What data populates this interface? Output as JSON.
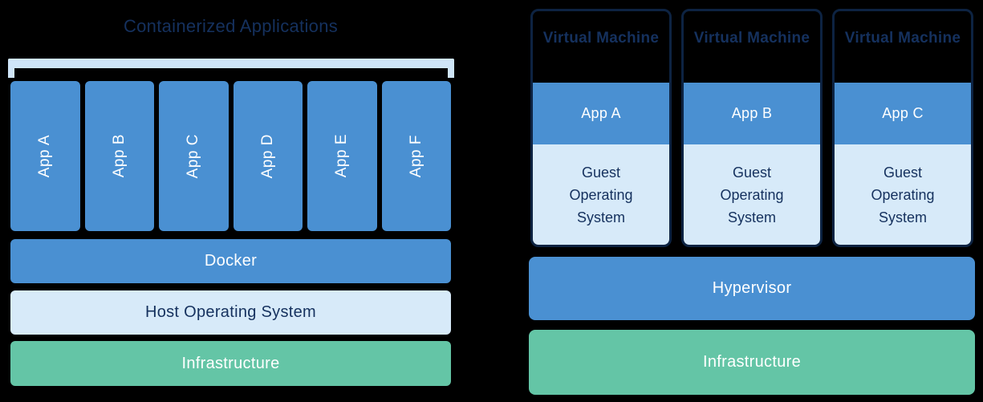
{
  "colors": {
    "bg": "#000000",
    "blue": "#4a90d2",
    "light_blue": "#d7eaf9",
    "bracket": "#cfe5f8",
    "green": "#64c5a6",
    "navy": "#15315e",
    "vm_border": "#0d2342",
    "white": "#ffffff"
  },
  "left": {
    "title": "Containerized Applications",
    "apps": [
      "App A",
      "App B",
      "App C",
      "App D",
      "App E",
      "App F"
    ],
    "layers": [
      {
        "label": "Docker"
      },
      {
        "label": "Host Operating System"
      },
      {
        "label": "Infrastructure"
      }
    ]
  },
  "right": {
    "vms": [
      {
        "title": "Virtual Machine",
        "app": "App A",
        "os": "Guest Operating System"
      },
      {
        "title": "Virtual Machine",
        "app": "App B",
        "os": "Guest Operating System"
      },
      {
        "title": "Virtual Machine",
        "app": "App C",
        "os": "Guest Operating System"
      }
    ],
    "layers": [
      {
        "label": "Hypervisor"
      },
      {
        "label": "Infrastructure"
      }
    ]
  }
}
